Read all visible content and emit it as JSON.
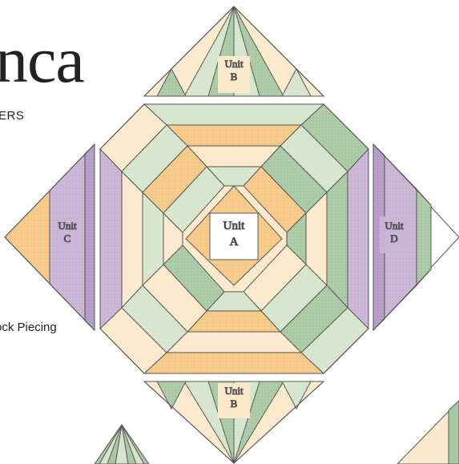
{
  "title_fragment": "nca",
  "subtitle_fragment": "ERS",
  "caption_fragment": "ock Piecing",
  "units": {
    "A": {
      "word": "Unit",
      "letter": "A"
    },
    "B_top": {
      "word": "Unit",
      "letter": "B"
    },
    "B_bottom": {
      "word": "Unit",
      "letter": "B"
    },
    "C": {
      "word": "Unit",
      "letter": "C"
    },
    "D": {
      "word": "Unit",
      "letter": "D"
    }
  },
  "colors": {
    "green": "#a9c9a4",
    "light_green": "#d6e6cc",
    "orange": "#f6c987",
    "cream": "#fbe9cc",
    "purple": "#cbb5d6",
    "dark_purple": "#b59bc6",
    "outline": "#555555"
  }
}
